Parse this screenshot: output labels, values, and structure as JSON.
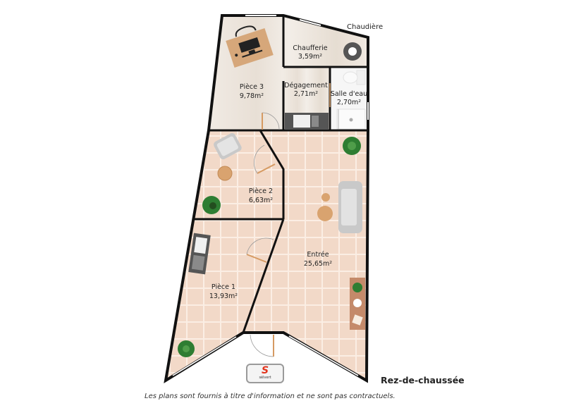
{
  "plan": {
    "floor_title": "Rez-de-chaussée",
    "disclaimer": "Les plans sont fournis à titre d'information et ne sont pas contractuels.",
    "exterior_label": "Chaudière",
    "logo": {
      "mark": "S",
      "text": "sélvert"
    },
    "colors": {
      "wall": "#111111",
      "tile_floor": "#f2d9c8",
      "tile_grid": "#fbeee4",
      "wood_floor": "#efe8e0",
      "desk": "#d6a77a",
      "door": "#d69a62",
      "furniture_grey": "#d0d0d0",
      "plant": "#2e7d32",
      "logo_red": "#e2341d"
    },
    "rooms": [
      {
        "name": "Pièce 3",
        "area": "9,78m²"
      },
      {
        "name": "Chaufferie",
        "area": "3,59m²"
      },
      {
        "name": "Dégagement",
        "area": "2,71m²"
      },
      {
        "name": "Salle d'eau",
        "area": "2,70m²"
      },
      {
        "name": "Pièce 2",
        "area": "6,63m²"
      },
      {
        "name": "Entrée",
        "area": "25,65m²"
      },
      {
        "name": "Pièce 1",
        "area": "13,93m²"
      }
    ]
  }
}
